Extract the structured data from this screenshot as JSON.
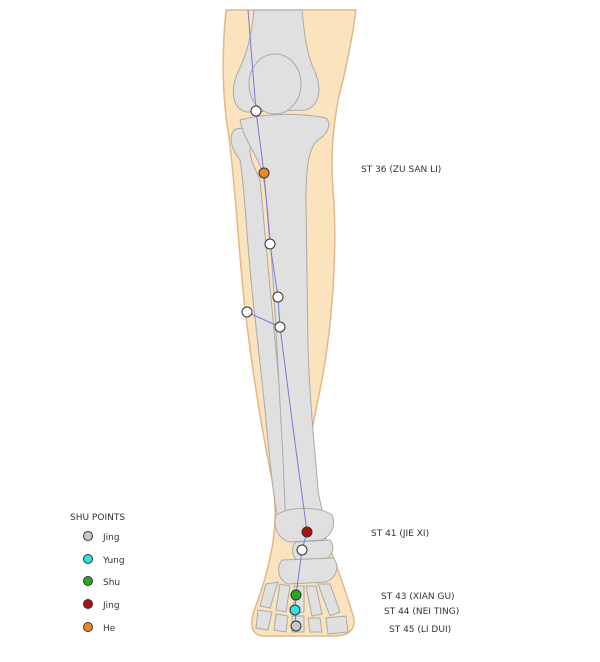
{
  "legend": {
    "title": "SHU POINTS",
    "items": [
      {
        "label": "Jing",
        "color": "#c8c8c8"
      },
      {
        "label": "Yung",
        "color": "#33e0e0"
      },
      {
        "label": "Shu",
        "color": "#22aa22"
      },
      {
        "label": "Jing",
        "color": "#aa1111"
      },
      {
        "label": "He",
        "color": "#ee8822"
      }
    ]
  },
  "points": {
    "st36": {
      "label": "ST 36 (ZU SAN LI)",
      "color": "#ee8822"
    },
    "st41": {
      "label": "ST 41 (JIE XI)",
      "color": "#aa1111"
    },
    "st43": {
      "label": "ST 43 (XIAN GU)",
      "color": "#22aa22"
    },
    "st44": {
      "label": "ST 44 (NEI TING)",
      "color": "#33e0e0"
    },
    "st45": {
      "label": "ST 45 (LI DUI)",
      "color": "#c8c8c8"
    }
  },
  "colors": {
    "skin": "#fbe3bd",
    "skin_outline": "#e2b88a",
    "bone": "#e0e0e0",
    "bone_outline": "#a9a9a9",
    "meridian": "#7a78d8",
    "plain_point": "#ffffff"
  }
}
